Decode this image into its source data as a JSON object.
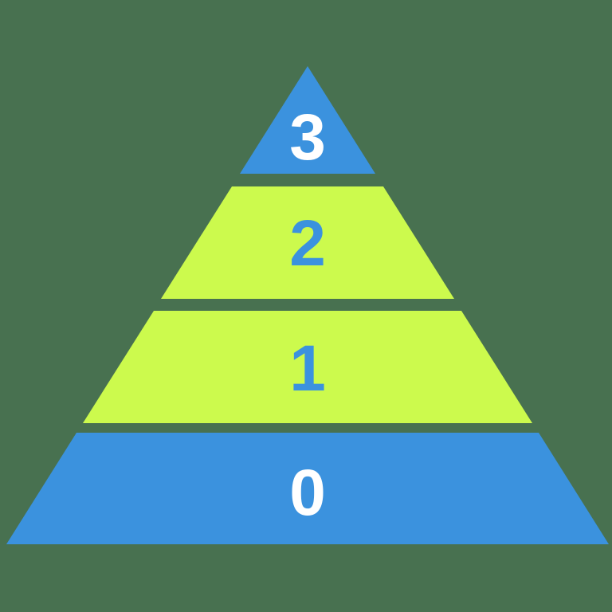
{
  "diagram": {
    "type": "pyramid",
    "title": "",
    "levels": [
      {
        "label": "3",
        "fill": "#3B92DE",
        "text_color": "#FFFFFF",
        "position": "top"
      },
      {
        "label": "2",
        "fill": "#CCFA4D",
        "text_color": "#3B92DE",
        "position": "upper-middle"
      },
      {
        "label": "1",
        "fill": "#CCFA4D",
        "text_color": "#3B92DE",
        "position": "lower-middle"
      },
      {
        "label": "0",
        "fill": "#3B92DE",
        "text_color": "#FFFFFF",
        "position": "base"
      }
    ]
  },
  "colors": {
    "background": "#487150",
    "blue": "#3B92DE",
    "green": "#CCFA4D",
    "white": "#FFFFFF"
  }
}
